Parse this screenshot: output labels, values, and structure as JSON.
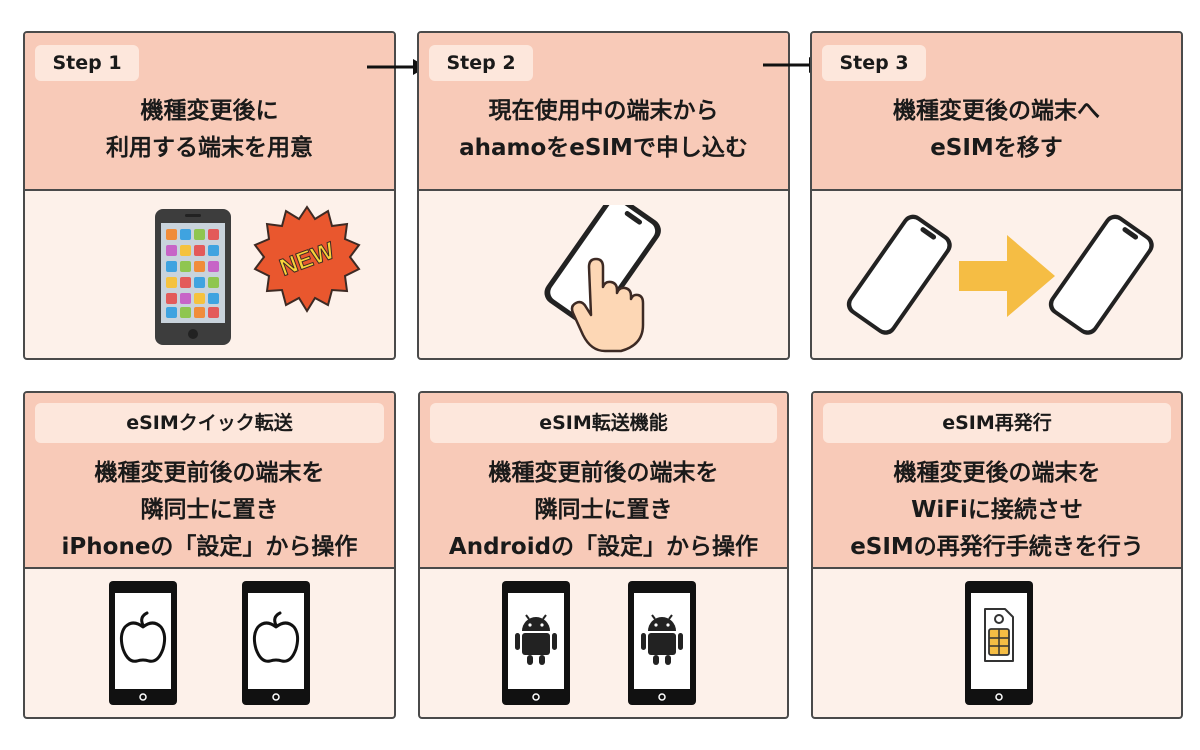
{
  "steps": [
    {
      "label": "Step 1",
      "title_lines": [
        "機種変更後に",
        "利用する端末を用意"
      ],
      "badge_text": "NEW"
    },
    {
      "label": "Step 2",
      "title_lines": [
        "現在使用中の端末から",
        "ahamoをeSIMで申し込む"
      ]
    },
    {
      "label": "Step 3",
      "title_lines": [
        "機種変更後の端末へ",
        "eSIMを移す"
      ]
    }
  ],
  "methods": [
    {
      "label": "eSIMクイック転送",
      "title_lines": [
        "機種変更前後の端末を",
        "隣同士に置き",
        "iPhoneの「設定」から操作"
      ],
      "icon": "apple-icon"
    },
    {
      "label": "eSIM転送機能",
      "title_lines": [
        "機種変更前後の端末を",
        "隣同士に置き",
        "Androidの「設定」から操作"
      ],
      "icon": "android-icon"
    },
    {
      "label": "eSIM再発行",
      "title_lines": [
        "機種変更後の端末を",
        "WiFiに接続させ",
        "eSIMの再発行手続きを行う"
      ],
      "icon": "sim-card-icon"
    }
  ],
  "colors": {
    "header": "#f8cab8",
    "body": "#fdf1ea",
    "label": "#fde7dc",
    "border": "#4a4a4a",
    "arrow_yellow": "#f5bd44",
    "new_badge": "#e9572e"
  }
}
